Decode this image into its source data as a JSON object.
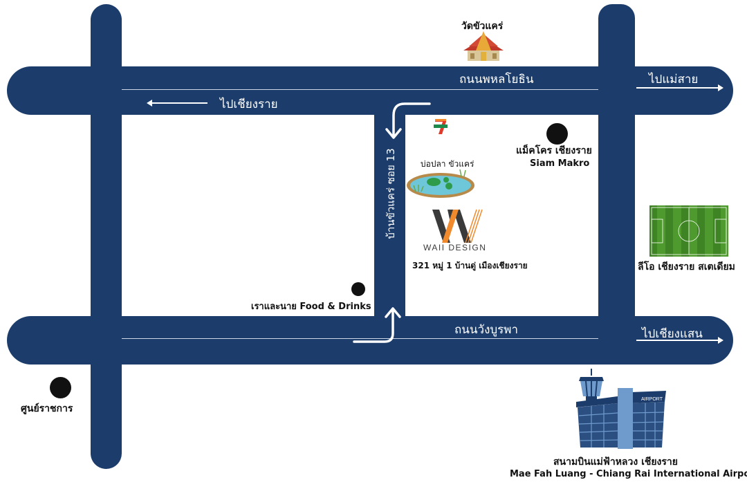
{
  "map": {
    "colors": {
      "road": "#1c3d6b",
      "marker": "#111111",
      "accent_orange": "#f08a2c",
      "airport_light": "#6f9acc"
    },
    "roads": {
      "top_road_name": "ถนนพหลโยธิน",
      "bottom_road_name": "ถนนวังบูรพา",
      "soi_name": "บ้านขัวแคร่ ซอย 13"
    },
    "directions": {
      "to_mae_sai": "ไปแม่สาย",
      "to_chiang_rai": "ไปเชียงราย",
      "to_chiang_saen": "ไปเชียงแสน"
    },
    "landmarks": {
      "temple": "วัดขัวแคร่",
      "seven_eleven": "7-ELEVEN",
      "fish_pond": "บ่อปลา ขัวแคร่",
      "makro_th": "แม็คโคร เชียงราย",
      "makro_en": "Siam Makro",
      "stadium": "ลีโอ เชียงราย สเตเดียม",
      "restaurant": "เราและนาย Food & Drinks",
      "government_center": "ศูนย์ราชการ",
      "airport_th": "สนามบินแม่ฟ้าหลวง เชียงราย",
      "airport_en": "Mae Fah Luang - Chiang Rai International Airport",
      "airport_sign": "AIRPORT"
    },
    "destination": {
      "brand": "WAII DESIGN",
      "address": "321 หมู่ 1 บ้านดู่ เมืองเชียงราย"
    }
  }
}
